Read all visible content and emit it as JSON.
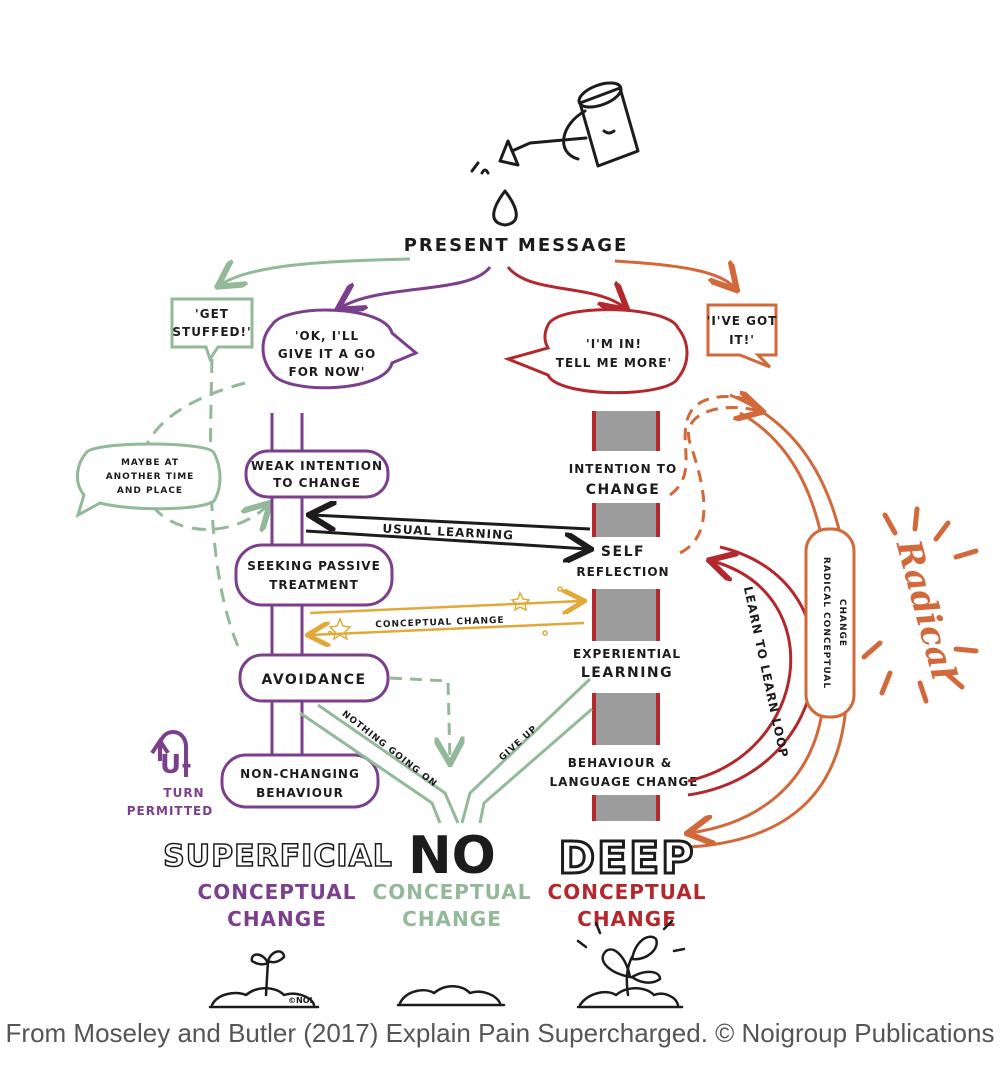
{
  "title": "PRESENT MESSAGE",
  "bubbles": {
    "get_stuffed": [
      "'GET",
      "STUFFED!'"
    ],
    "give_it_a_go": [
      "'OK, I'LL",
      "GIVE IT A GO",
      "FOR NOW'"
    ],
    "im_in": [
      "'I'M IN!",
      "TELL ME MORE'"
    ],
    "ive_got_it": [
      "'I'VE GOT",
      "IT!'"
    ],
    "maybe": [
      "MAYBE AT",
      "ANOTHER TIME",
      "AND PLACE"
    ]
  },
  "left_stages": {
    "weak_intention": [
      "WEAK INTENTION",
      "TO CHANGE"
    ],
    "seeking_passive": [
      "SEEKING PASSIVE",
      "TREATMENT"
    ],
    "avoidance": [
      "AVOIDANCE"
    ],
    "non_changing": [
      "NON-CHANGING",
      "BEHAVIOUR"
    ]
  },
  "right_stages": {
    "intention": [
      "INTENTION TO",
      "CHANGE"
    ],
    "self_reflection": [
      "SELF",
      "REFLECTION"
    ],
    "experiential": [
      "EXPERIENTIAL",
      "LEARNING"
    ],
    "behaviour": [
      "BEHAVIOUR &",
      "LANGUAGE CHANGE"
    ]
  },
  "arrows": {
    "usual_learning": "USUAL LEARNING",
    "conceptual_change": "CONCEPTUAL CHANGE",
    "nothing_going_on": "NOTHING GOING ON",
    "give_up": "GIVE UP",
    "learn_to_learn": "LEARN TO LEARN LOOP",
    "radical_conceptual": [
      "RADICAL CONCEPTUAL",
      "CHANGE"
    ]
  },
  "radical_word": "Radical",
  "u_turn": [
    "U-",
    "TURN",
    "PERMITTED"
  ],
  "outcomes": {
    "superficial": [
      "SUPERFICIAL",
      "CONCEPTUAL",
      "CHANGE"
    ],
    "no": [
      "NO",
      "CONCEPTUAL",
      "CHANGE"
    ],
    "deep": [
      "DEEP",
      "CONCEPTUAL",
      "CHANGE"
    ]
  },
  "logo": "©NOI",
  "caption": "From Moseley and Butler (2017) Explain Pain Supercharged. © Noigroup Publications",
  "colors": {
    "ink": "#1c1c1c",
    "purple": "#7b3f8c",
    "green": "#93b99a",
    "red": "#b3282d",
    "orange": "#d2693a",
    "gold": "#e0a93a",
    "grey": "#9c9c9c"
  }
}
